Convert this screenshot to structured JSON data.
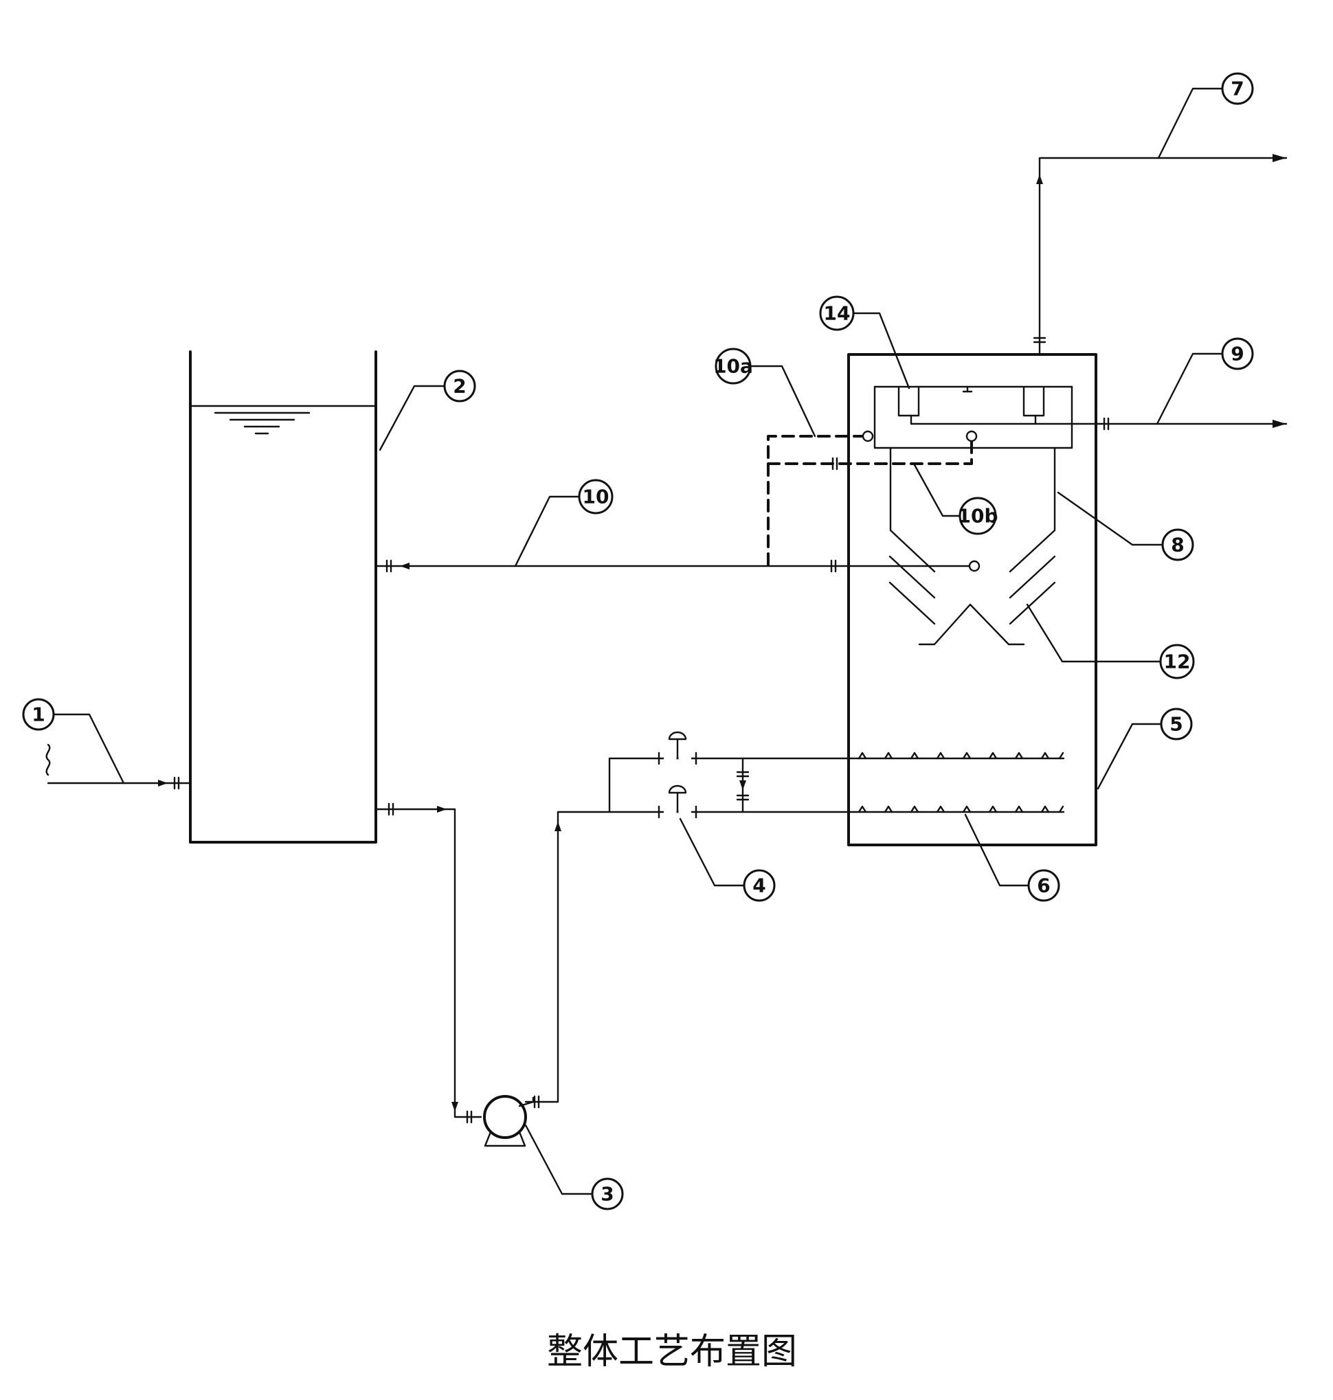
{
  "caption": "整体工艺布置图",
  "callouts": {
    "c1": "1",
    "c2": "2",
    "c3": "3",
    "c4": "4",
    "c5": "5",
    "c6": "6",
    "c7": "7",
    "c8": "8",
    "c9": "9",
    "c10": "10",
    "c10a": "10a",
    "c10b": "10b",
    "c12": "12",
    "c14": "14"
  }
}
